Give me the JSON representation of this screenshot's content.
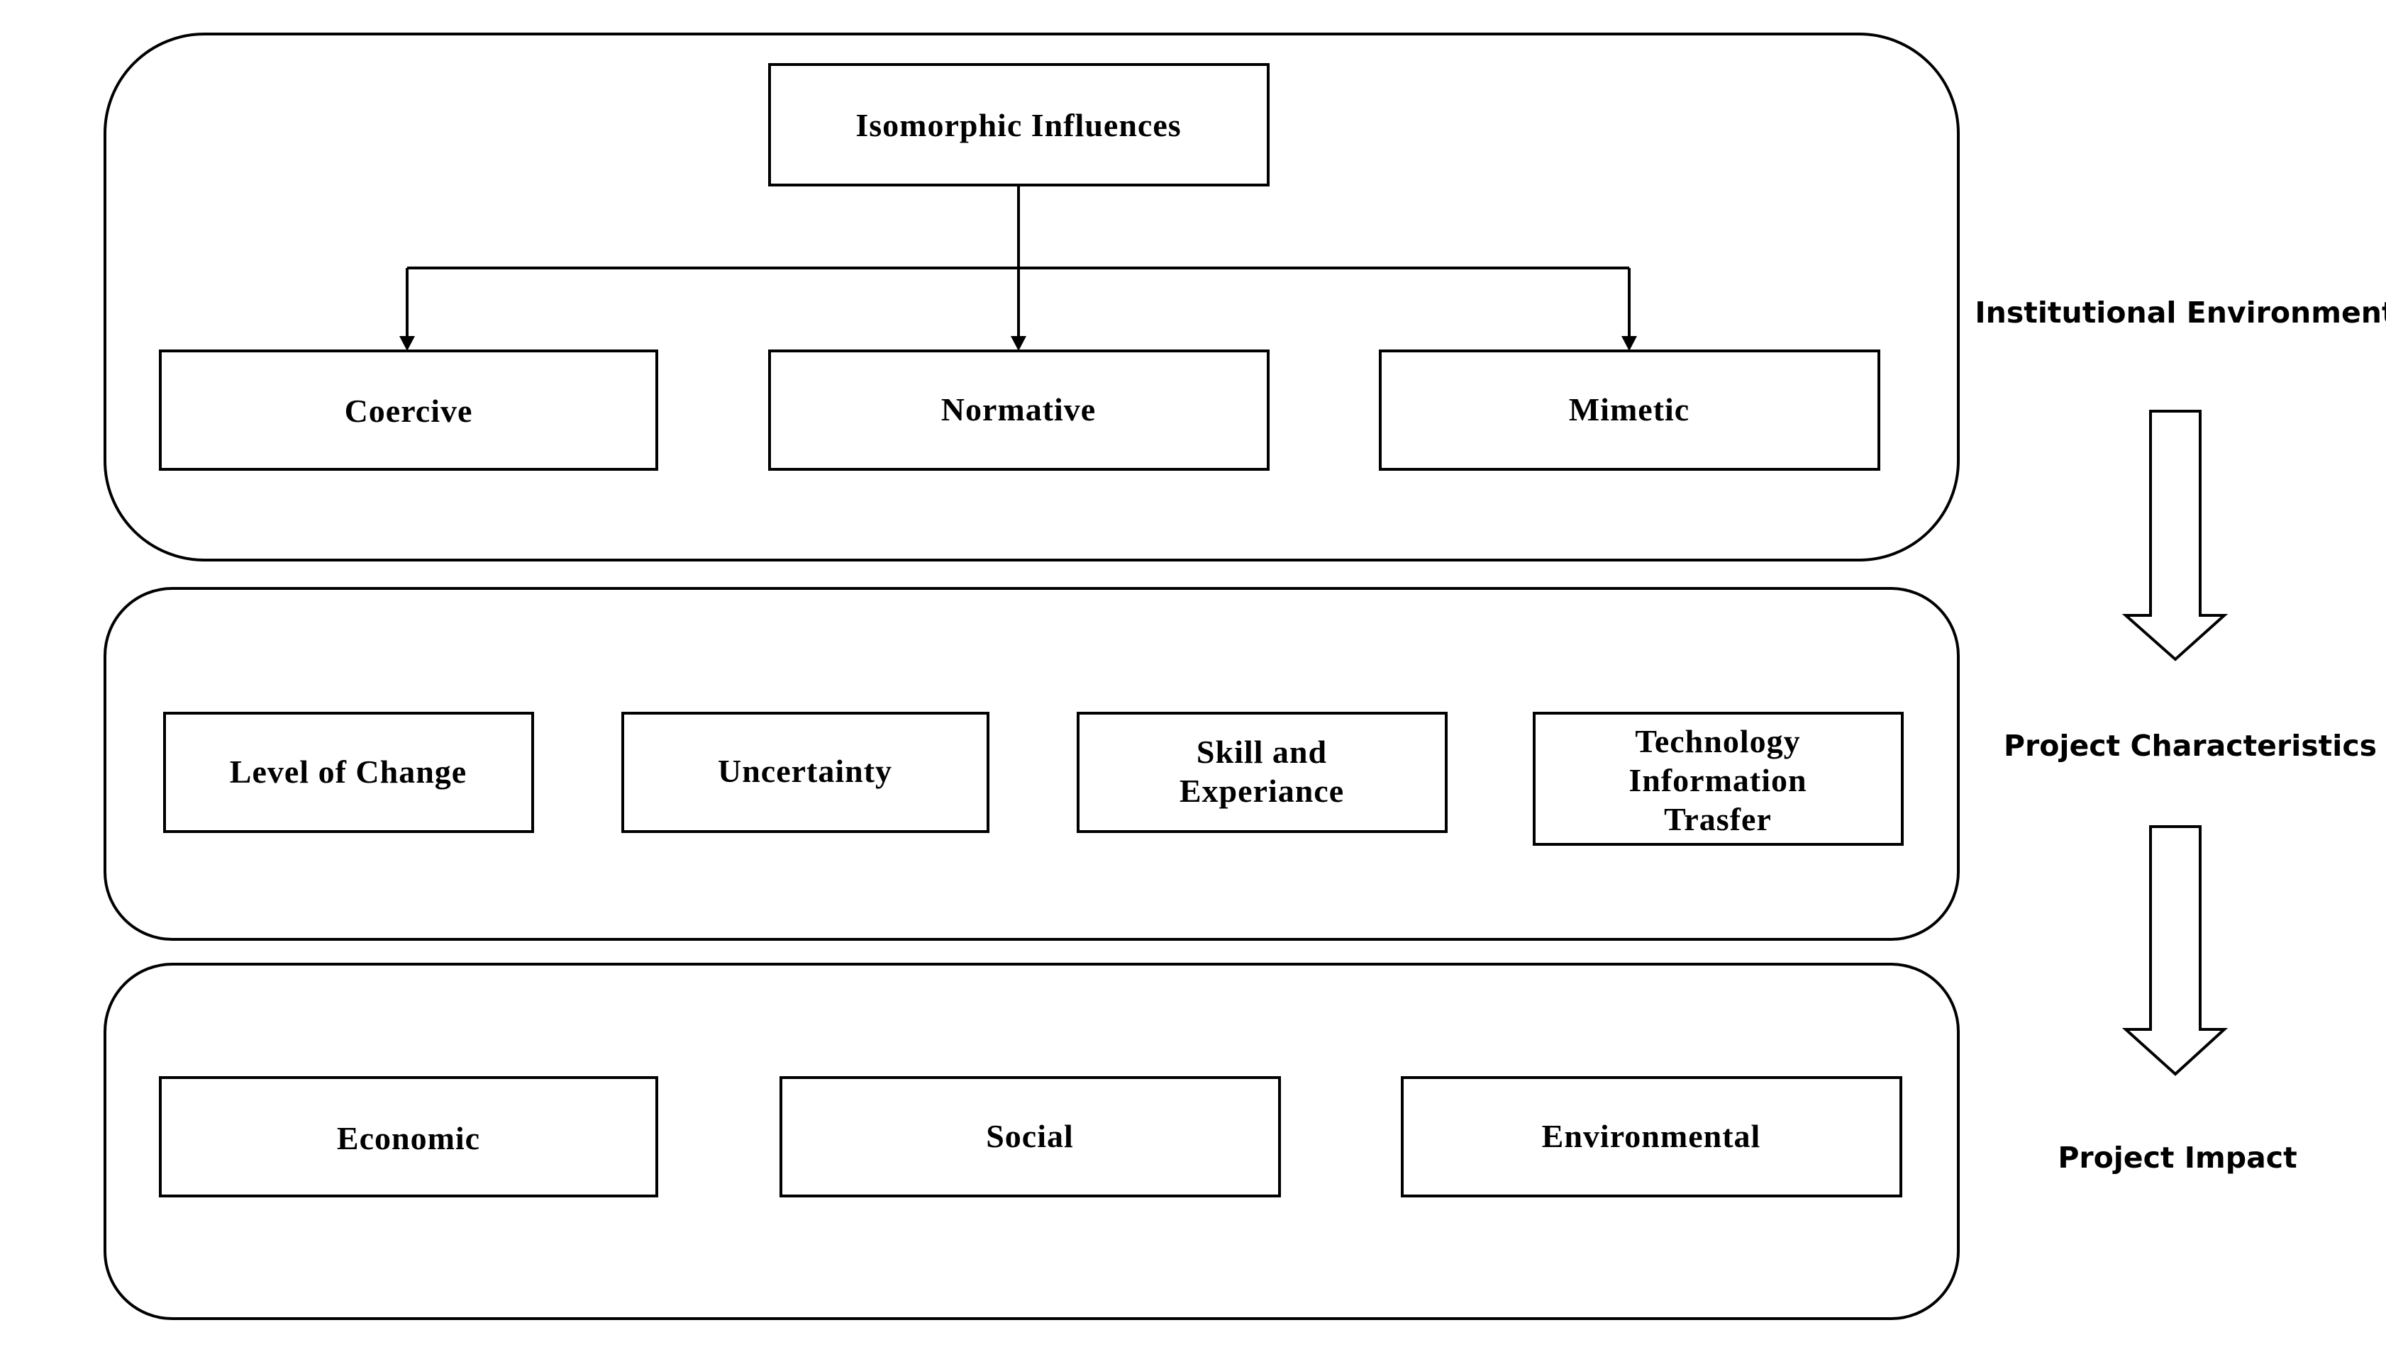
{
  "institutional_environment": {
    "label": "Institutional Environment",
    "root": "Isomorphic Influences",
    "children": [
      "Coercive",
      "Normative",
      "Mimetic"
    ]
  },
  "project_characteristics": {
    "label": "Project Characteristics",
    "items": [
      [
        "Level of Change"
      ],
      [
        "Uncertainty"
      ],
      [
        "Skill and",
        "Experiance"
      ],
      [
        "Technology",
        "Information",
        "Trasfer"
      ]
    ]
  },
  "project_impact": {
    "label": "Project Impact",
    "items": [
      "Economic",
      "Social",
      "Environmental"
    ]
  }
}
